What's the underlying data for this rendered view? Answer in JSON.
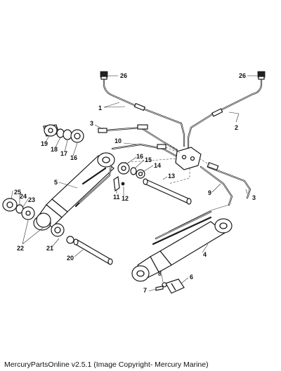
{
  "callouts": [
    "1",
    "2",
    "3",
    "3",
    "4",
    "5",
    "6",
    "7",
    "8",
    "9",
    "10",
    "11",
    "12",
    "13",
    "14",
    "15",
    "16",
    "16",
    "17",
    "18",
    "19",
    "20",
    "21",
    "22",
    "23",
    "24",
    "25",
    "26",
    "26"
  ],
  "footer": "MercuryPartsOnline v2.5.1 (Image Copyright- Mercury Marine)"
}
